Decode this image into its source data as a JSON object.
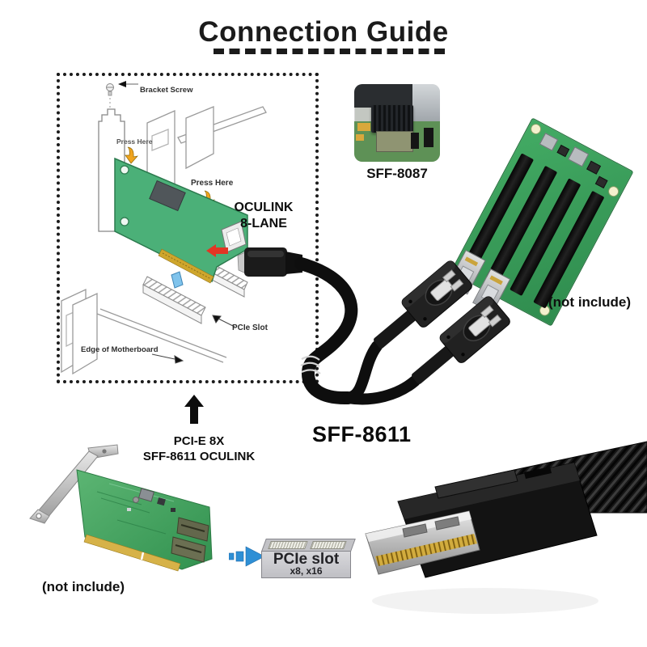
{
  "title": "Connection Guide",
  "diagram": {
    "bracket_screw": "Bracket Screw",
    "press_here_top": "Press Here",
    "press_here_side": "Press Here",
    "oculink_line1": "OCULINK",
    "oculink_line2": "8-LANE",
    "pcie_slot": "PCIe Slot",
    "edge_of_motherboard": "Edge of Motherboard"
  },
  "parts": {
    "sff8087": {
      "label": "SFF-8087"
    },
    "backplane": {
      "note": "(not include)"
    },
    "cable": {
      "label": "SFF-8611"
    },
    "adapter": {
      "line1": "PCI-E 8X",
      "line2": "SFF-8611 OCULINK",
      "note": "(not include)"
    },
    "pcie_slot_box": {
      "line1": "PCIe slot",
      "line2": "x8, x16"
    }
  },
  "colors": {
    "pcb_green": "#45a868",
    "red_arrow": "#e33524",
    "yellow_arrow": "#f0a41e",
    "blue_arrow": "#2e8fd5",
    "ink": "#1b1b1b"
  }
}
